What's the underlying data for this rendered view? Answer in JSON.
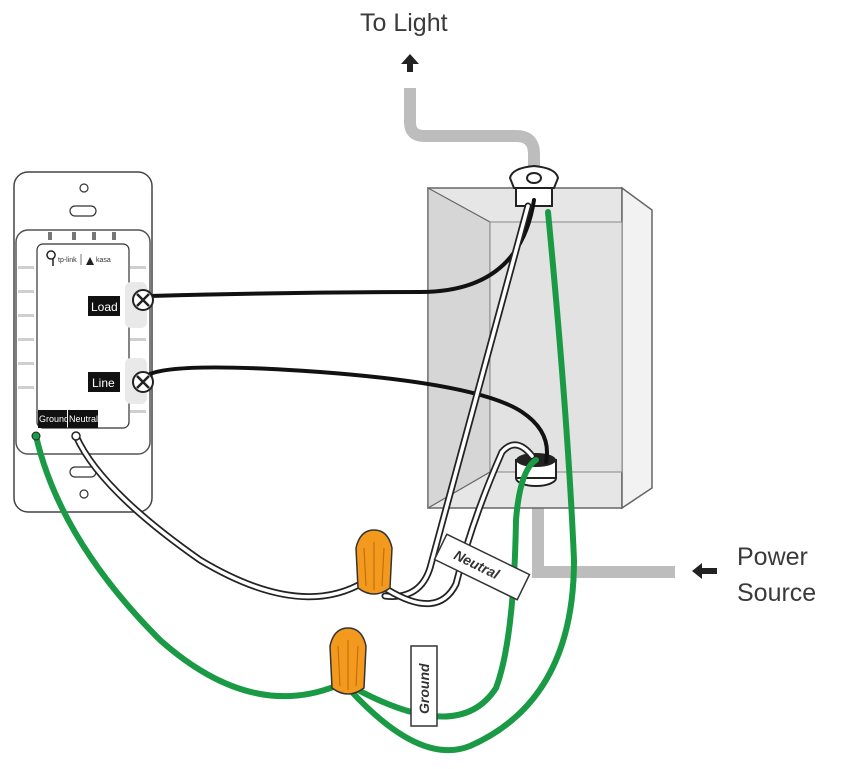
{
  "labels": {
    "to_light": "To Light",
    "power": "Power",
    "source": "Source",
    "neutral_tag": "Neutral",
    "ground_tag": "Ground"
  },
  "switch": {
    "brand_tplink": "tp-link",
    "brand_kasa": "kasa",
    "load": "Load",
    "line": "Line",
    "ground": "Ground",
    "neutral": "Neutral"
  },
  "colors": {
    "ground_wire": "#1a9a45",
    "hot_wire": "#111111",
    "neutral_wire": "#ffffff",
    "wire_nut": "#f39a1e",
    "conduit": "#bdbdbd",
    "box": "#e4e4e4"
  },
  "icons": {
    "to_light_arrow": "arrow-up-icon",
    "power_arrow": "arrow-left-icon",
    "terminal_screw": "screw-icon"
  }
}
